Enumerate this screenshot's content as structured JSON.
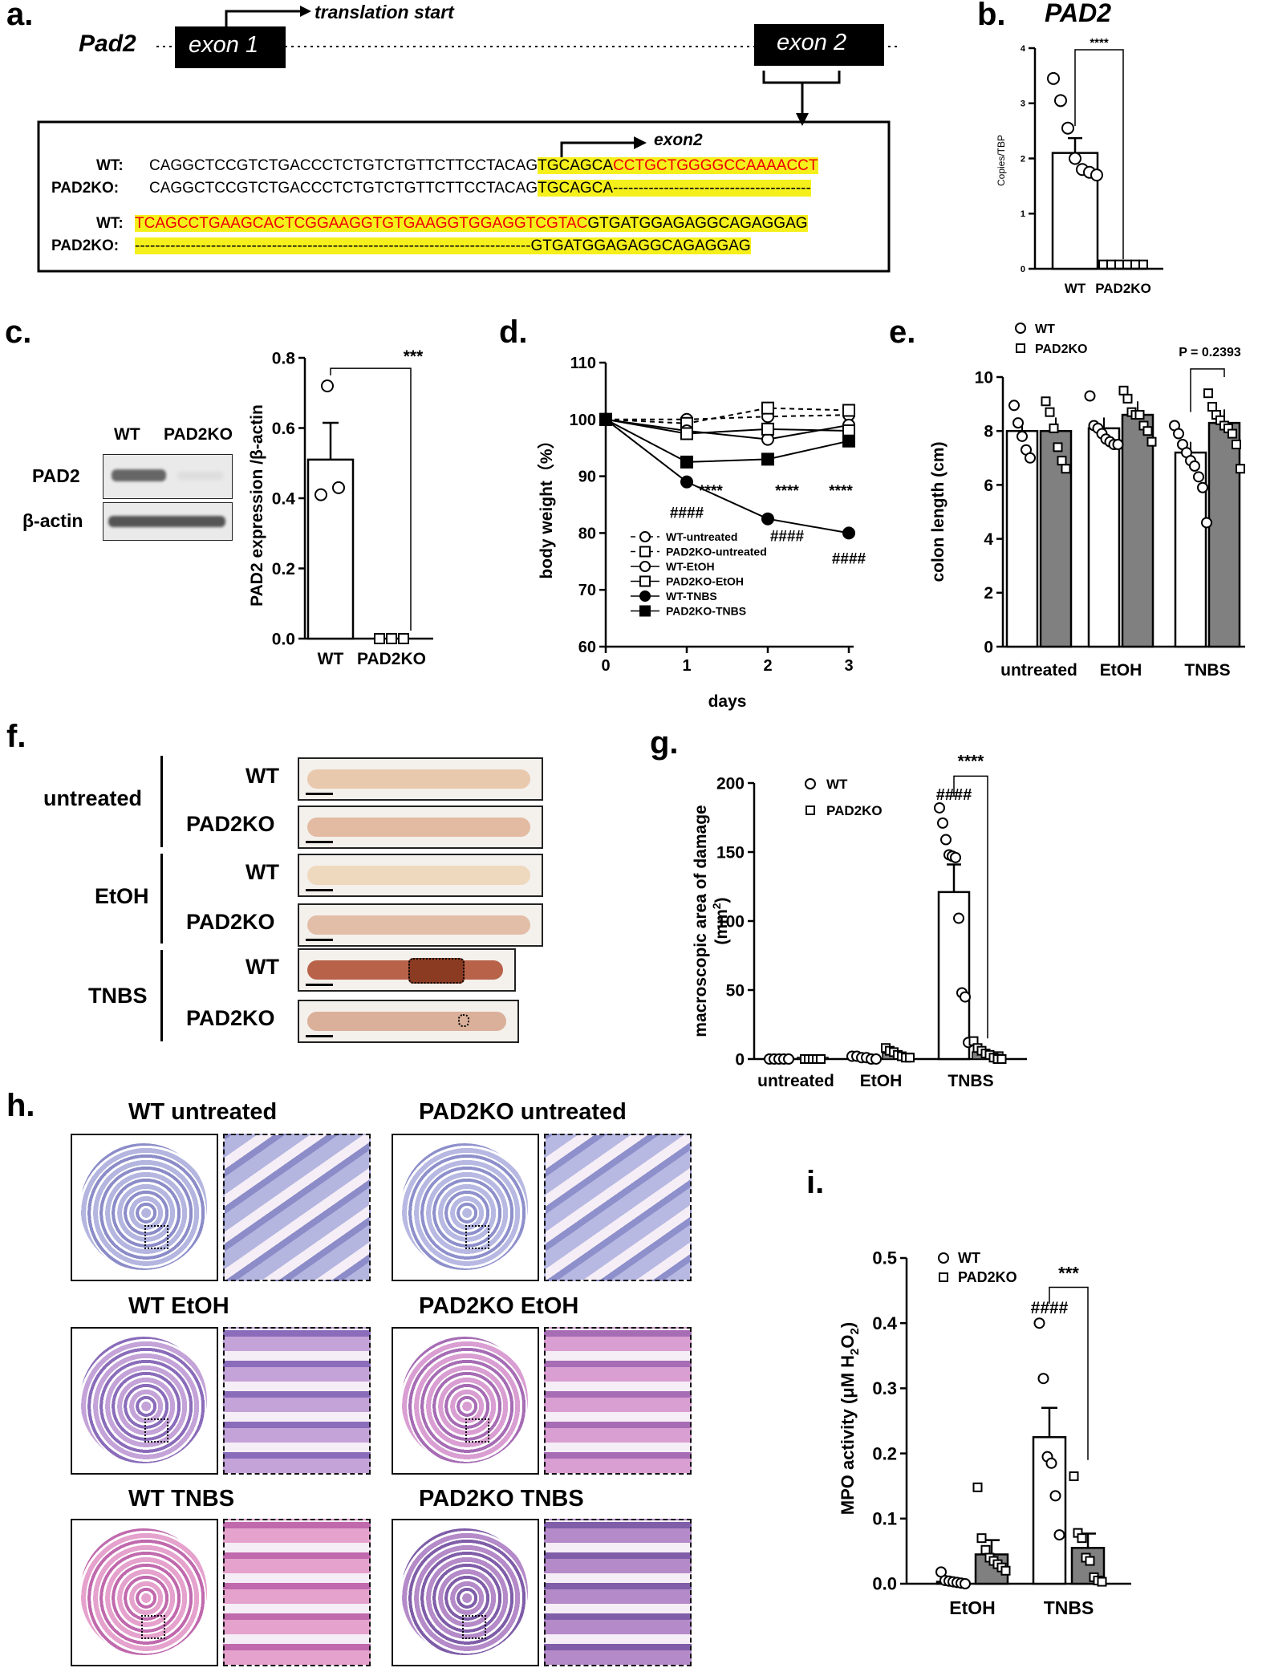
{
  "panel_letters": {
    "a": "a.",
    "b": "b.",
    "c": "c.",
    "d": "d.",
    "e": "e.",
    "f": "f.",
    "g": "g.",
    "h": "h.",
    "i": "i."
  },
  "panel_a": {
    "gene": "Pad2",
    "exon1": "exon 1",
    "exon2": "exon 2",
    "translation_start": "translation start",
    "exon2_arrow": "exon2",
    "rows": [
      {
        "label": "WT:",
        "plain": "CAGGCTCCGTCTGACCCTCTGTCTGTTCTTCCTACAG",
        "yellow": "TGCAGCA",
        "red": "CCTGCTGGGGCCAAAACCT"
      },
      {
        "label": "PAD2KO:",
        "plain": "CAGGCTCCGTCTGACCCTCTGTCTGTTCTTCCTACAG",
        "yellow": "TGCAGCA",
        "dashes": "---------------------------------------"
      },
      {
        "label": "WT:",
        "red": "TCAGCCTGAAGCACTCGGAAGGTGTGAAGGTGGAGGTCGTAC",
        "tail": "GTGATGGAGAGGCAGAGGAG"
      },
      {
        "label": "PAD2KO:",
        "dashes": "------------------------------------------------------------------------------",
        "tail": "GTGATGGAGAGGCAGAGGAG"
      }
    ]
  },
  "panel_b": {
    "title": "PAD2",
    "ylabel": "Copies/TBP",
    "groups": [
      "WT",
      "PAD2KO"
    ],
    "yticks": [
      "0",
      "1",
      "2",
      "3",
      "4"
    ],
    "sig": "****"
  },
  "panel_c": {
    "blot_cols": [
      "WT",
      "PAD2KO"
    ],
    "blot_rows": [
      "PAD2",
      "β-actin"
    ],
    "ylabel": "PAD2 expression /β-actin",
    "groups": [
      "WT",
      "PAD2KO"
    ],
    "yticks": [
      "0.0",
      "0.2",
      "0.4",
      "0.6",
      "0.8"
    ],
    "sig": "***"
  },
  "panel_d": {
    "ylabel": "body weight（%）",
    "xlabel": "days",
    "xticks": [
      "0",
      "1",
      "2",
      "3"
    ],
    "yticks": [
      "60",
      "70",
      "80",
      "90",
      "100",
      "110"
    ],
    "legend": [
      "WT-untreated",
      "PAD2KO-untreated",
      "WT-EtOH",
      "PAD2KO-EtOH",
      "WT-TNBS",
      "PAD2KO-TNBS"
    ],
    "annot_stars": "****",
    "annot_hash": "####"
  },
  "panel_e": {
    "ylabel": "colon length (cm)",
    "groups": [
      "untreated",
      "EtOH",
      "TNBS"
    ],
    "yticks": [
      "0",
      "2",
      "4",
      "6",
      "8",
      "10"
    ],
    "legend": [
      "WT",
      "PAD2KO"
    ],
    "pval": "P = 0.2393"
  },
  "panel_f": {
    "groups": [
      "untreated",
      "EtOH",
      "TNBS"
    ],
    "rows": [
      "WT",
      "PAD2KO",
      "WT",
      "PAD2KO",
      "WT",
      "PAD2KO"
    ]
  },
  "panel_g": {
    "ylabel_line1": "macroscopic area of damage",
    "ylabel_line2": "(mm",
    "ylabel_sup": "2",
    "ylabel_end": ")",
    "groups": [
      "untreated",
      "EtOH",
      "TNBS"
    ],
    "yticks": [
      "0",
      "50",
      "100",
      "150",
      "200"
    ],
    "legend": [
      "WT",
      "PAD2KO"
    ],
    "sig": "****",
    "hash": "####"
  },
  "panel_h": {
    "titles": [
      "WT untreated",
      "PAD2KO untreated",
      "WT EtOH",
      "PAD2KO EtOH",
      "WT TNBS",
      "PAD2KO TNBS"
    ]
  },
  "panel_i": {
    "ylabel": "MPO activity (μM H",
    "ylabel_sub1": "2",
    "ylabel_mid": "O",
    "ylabel_sub2": "2",
    "ylabel_end": ")",
    "groups": [
      "EtOH",
      "TNBS"
    ],
    "yticks": [
      "0.0",
      "0.1",
      "0.2",
      "0.3",
      "0.4",
      "0.5"
    ],
    "legend": [
      "WT",
      "PAD2KO"
    ],
    "sig": "***",
    "hash": "####"
  },
  "chart_data": [
    {
      "type": "bar",
      "panel": "b",
      "title": "PAD2",
      "ylabel": "Copies/TBP",
      "categories": [
        "WT",
        "PAD2KO"
      ],
      "values": [
        2.1,
        0.02
      ],
      "ylim": [
        0,
        4
      ],
      "points": {
        "WT": [
          3.45,
          3.05,
          2.55,
          2.0,
          1.8,
          1.75,
          1.7
        ],
        "PAD2KO": [
          0.02,
          0.02,
          0.02,
          0.02,
          0.02,
          0.02
        ]
      }
    },
    {
      "type": "bar",
      "panel": "c",
      "ylabel": "PAD2 expression /β-actin",
      "categories": [
        "WT",
        "PAD2KO"
      ],
      "values": [
        0.51,
        0.0
      ],
      "ylim": [
        0,
        0.8
      ],
      "points": {
        "WT": [
          0.72,
          0.42,
          0.43
        ],
        "PAD2KO": [
          0.0,
          0.0,
          0.0
        ]
      }
    },
    {
      "type": "line",
      "panel": "d",
      "xlabel": "days",
      "ylabel": "body weight（%）",
      "x": [
        0,
        1,
        2,
        3
      ],
      "ylim": [
        60,
        110
      ],
      "series": [
        {
          "name": "WT-untreated",
          "values": [
            100,
            100,
            100.5,
            100.8
          ]
        },
        {
          "name": "PAD2KO-untreated",
          "values": [
            100,
            99.3,
            102,
            101.6
          ]
        },
        {
          "name": "WT-EtOH",
          "values": [
            100,
            98,
            96.5,
            99
          ]
        },
        {
          "name": "PAD2KO-EtOH",
          "values": [
            100,
            97.5,
            98.3,
            98
          ]
        },
        {
          "name": "WT-TNBS",
          "values": [
            100,
            89,
            82.5,
            80
          ]
        },
        {
          "name": "PAD2KO-TNBS",
          "values": [
            100,
            92.5,
            93,
            96.2
          ]
        }
      ]
    },
    {
      "type": "bar",
      "panel": "e",
      "ylabel": "colon length (cm)",
      "categories": [
        "untreated",
        "EtOH",
        "TNBS"
      ],
      "ylim": [
        0,
        10
      ],
      "series": [
        {
          "name": "WT",
          "values": [
            8.0,
            8.1,
            7.2
          ]
        },
        {
          "name": "PAD2KO",
          "values": [
            8.0,
            8.6,
            8.3
          ]
        }
      ]
    },
    {
      "type": "bar",
      "panel": "g",
      "ylabel": "macroscopic area of damage (mm2)",
      "categories": [
        "untreated",
        "EtOH",
        "TNBS"
      ],
      "ylim": [
        0,
        200
      ],
      "series": [
        {
          "name": "WT",
          "values": [
            0,
            1,
            121
          ]
        },
        {
          "name": "PAD2KO",
          "values": [
            0,
            3,
            4
          ]
        }
      ]
    },
    {
      "type": "bar",
      "panel": "i",
      "ylabel": "MPO activity (μM H2O2)",
      "categories": [
        "EtOH",
        "TNBS"
      ],
      "ylim": [
        0,
        0.5
      ],
      "series": [
        {
          "name": "WT",
          "values": [
            0.003,
            0.225
          ]
        },
        {
          "name": "PAD2KO",
          "values": [
            0.045,
            0.055
          ]
        }
      ]
    }
  ]
}
